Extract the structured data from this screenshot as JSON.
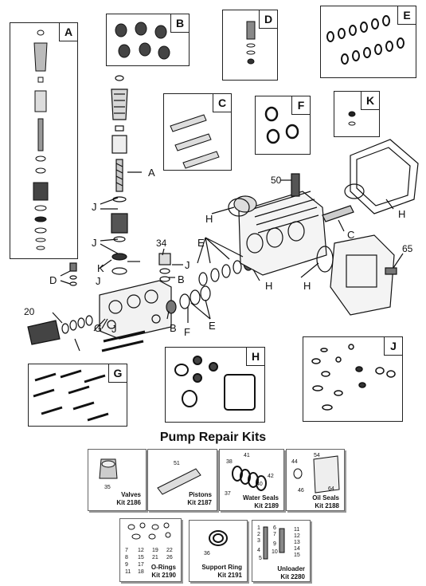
{
  "boxes": {
    "A": "A",
    "B": "B",
    "C": "C",
    "D": "D",
    "E": "E",
    "F": "F",
    "G": "G",
    "H": "H",
    "J": "J",
    "K": "K"
  },
  "callouts": {
    "A": "A",
    "J1": "J",
    "J2": "J",
    "J3": "J",
    "J4": "J",
    "J5": "J",
    "K": "K",
    "B1": "B",
    "B2": "B",
    "D": "D",
    "G": "G",
    "F": "F",
    "C": "C",
    "E1": "E",
    "E2": "E",
    "H1": "H",
    "H2": "H",
    "H3": "H",
    "n50": "50",
    "n34": "34",
    "n20": "20",
    "n65": "65"
  },
  "heading": "Pump Repair Kits",
  "kits": [
    {
      "name": "Valves",
      "kit": "Kit 2186",
      "parts": [
        "35"
      ]
    },
    {
      "name": "Pistons",
      "kit": "Kit 2187",
      "parts": [
        "51"
      ]
    },
    {
      "name": "Water Seals",
      "kit": "Kit 2189",
      "parts": [
        "38",
        "41",
        "42",
        "37",
        "40"
      ]
    },
    {
      "name": "Oil Seals",
      "kit": "Kit 2188",
      "parts": [
        "44",
        "54",
        "46",
        "64"
      ]
    },
    {
      "name": "O-Rings",
      "kit": "Kit 2190",
      "parts": [
        "7",
        "12",
        "19",
        "22",
        "8",
        "15",
        "21",
        "26",
        "9",
        "17",
        "11",
        "18"
      ]
    },
    {
      "name": "Support Ring",
      "kit": "Kit 2191",
      "parts": [
        "36"
      ]
    },
    {
      "name": "Unloader",
      "kit": "Kit 2280",
      "parts": [
        "1",
        "2",
        "3",
        "4",
        "5",
        "6",
        "7",
        "9",
        "10",
        "11",
        "12",
        "13",
        "14",
        "15"
      ]
    }
  ]
}
